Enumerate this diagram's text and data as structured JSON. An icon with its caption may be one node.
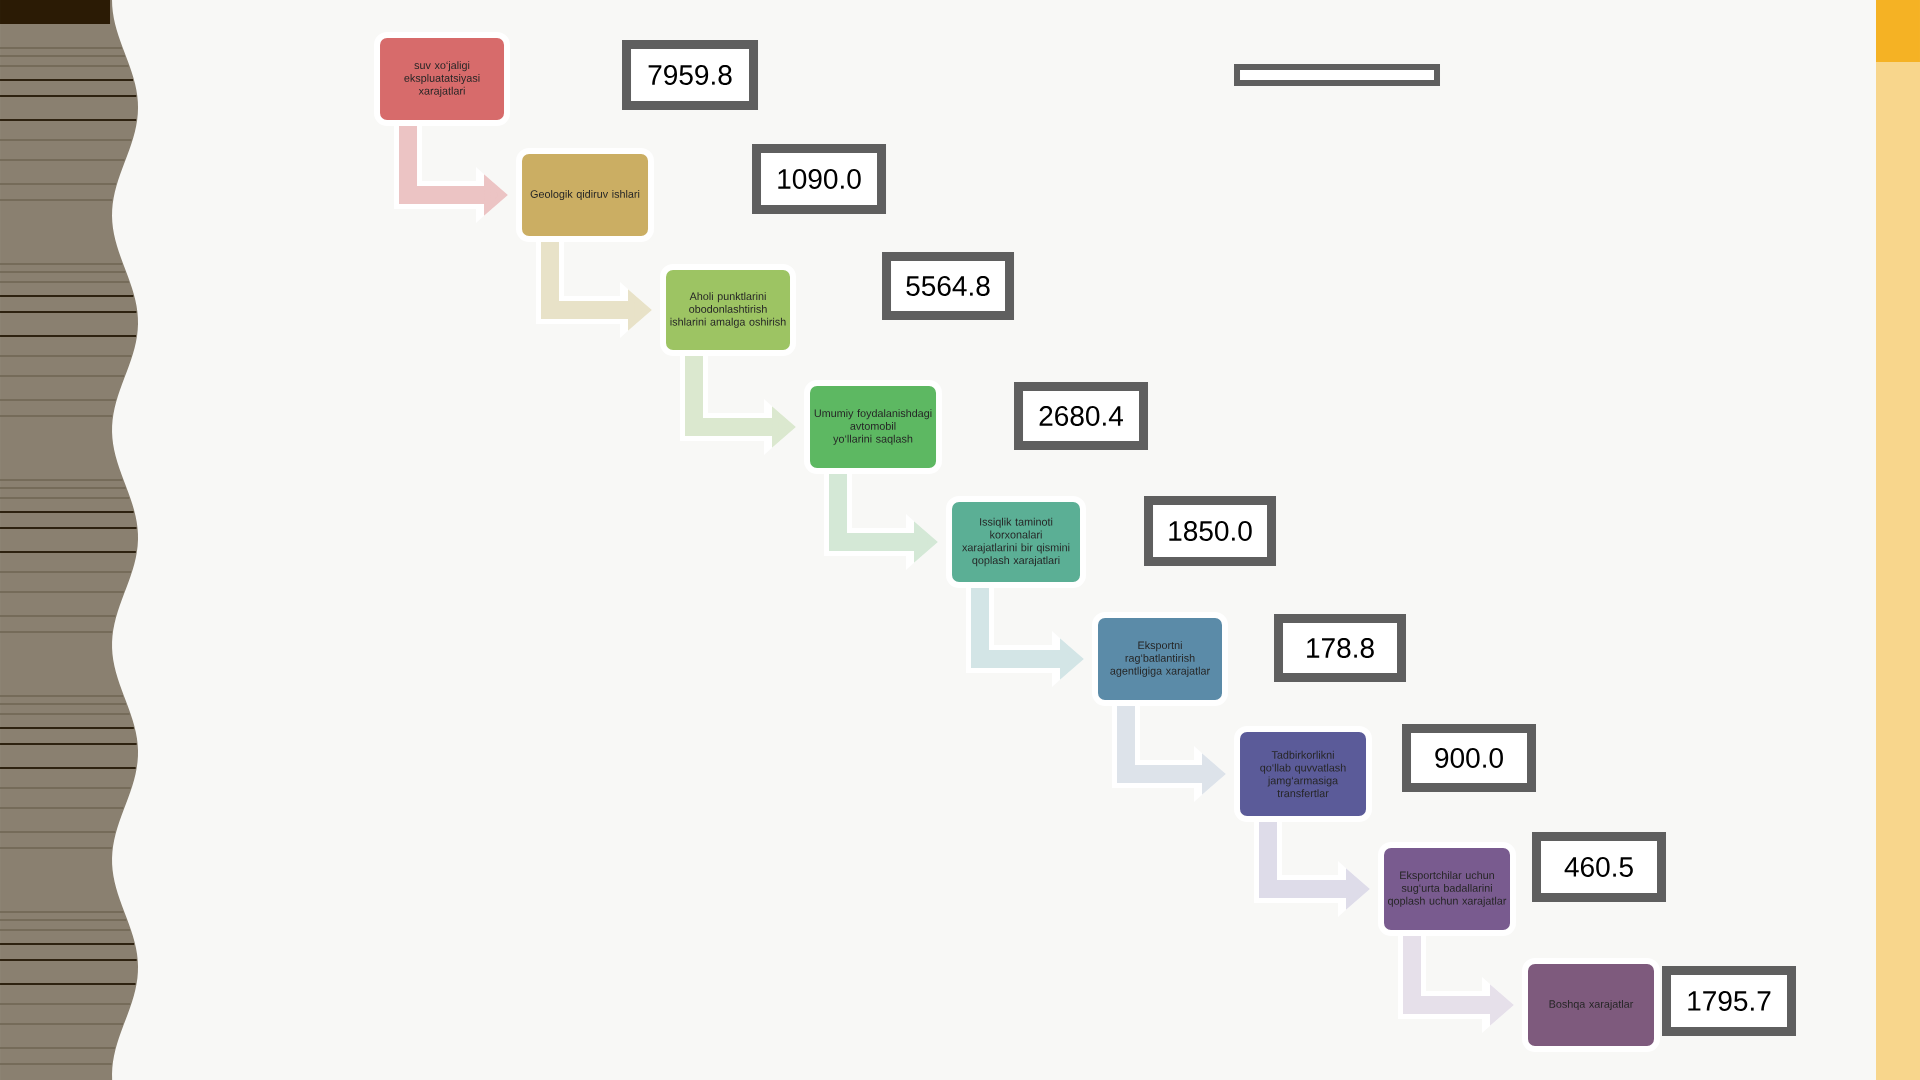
{
  "diagram": {
    "nodes": [
      {
        "text": [
          "suv xo‘jaligi ekspluatatsiyasi xarajatlari"
        ]
      },
      {
        "text": [
          "7959.8"
        ]
      },
      {
        "text": [],
        "shape": "box"
      },
      {
        "text": [
          "Geologik qidiruv ishlari"
        ]
      },
      {
        "text": [
          "1090.0"
        ]
      },
      {
        "text": [
          "Aholi punktlarini obodonlashtirish ishlarini amalga oshirish"
        ]
      },
      {
        "text": [
          "5564.8"
        ]
      },
      {
        "text": [
          "Umumiy foydalanishdagi avtomobil yo‘llarini saqlash"
        ]
      },
      {
        "text": [
          "2680.4"
        ]
      },
      {
        "text": [
          "Issiqlik taminoti korxonalari xarajatlarini bir qismini qoplash xarajatlari"
        ]
      },
      {
        "text": [
          "1850.0"
        ]
      },
      {
        "text": [
          "Eksportni rag‘batlantirish agentligiga xarajatlar"
        ]
      },
      {
        "text": [
          "178.8"
        ]
      },
      {
        "text": [
          "Tadbirkorlikni qo‘llab quvvatlash jamg‘armasiga transfertlar"
        ]
      },
      {
        "text": [
          "900.0"
        ]
      },
      {
        "text": [
          "Eksportchilar uchun sug‘urta badallarini qoplash uchun xarajatlar"
        ]
      },
      {
        "text": [
          "460.5"
        ]
      },
      {
        "text": [
          "Boshqa xarajatlar"
        ]
      },
      {
        "text": [
          "1795.7"
        ]
      }
    ],
    "edges": [
      {
        "from": 0,
        "to": 3,
        "arrow": "to",
        "color": "#ecc4c4"
      },
      {
        "from": 3,
        "to": 5,
        "arrow": "to",
        "color": "#e8e2c8"
      },
      {
        "from": 5,
        "to": 7,
        "arrow": "to",
        "color": "#dbe8cf"
      },
      {
        "from": 7,
        "to": 9,
        "arrow": "to",
        "color": "#d4e8d6"
      },
      {
        "from": 9,
        "to": 11,
        "arrow": "to",
        "color": "#d3e5e6"
      },
      {
        "from": 11,
        "to": 13,
        "arrow": "to",
        "color": "#dde3ea"
      },
      {
        "from": 13,
        "to": 15,
        "arrow": "to",
        "color": "#dedce9"
      },
      {
        "from": 15,
        "to": 17,
        "arrow": "to",
        "color": "#e6e0ea"
      }
    ]
  }
}
